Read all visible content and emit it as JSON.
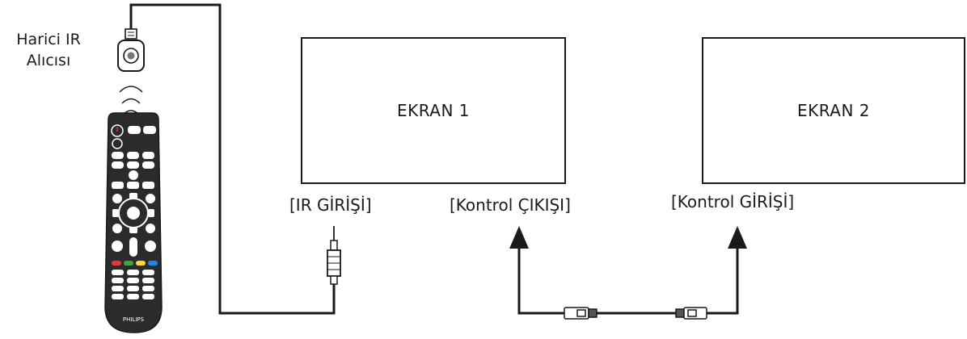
{
  "ir_receiver": {
    "label_line1": "Harici IR",
    "label_line2": "Alıcısı"
  },
  "remote": {
    "brand": "PHILIPS"
  },
  "screens": [
    {
      "title": "EKRAN 1"
    },
    {
      "title": "EKRAN 2"
    }
  ],
  "ports": {
    "ir_in": "[IR GİRİŞİ]",
    "control_out": "[Kontrol ÇIKIŞI]",
    "control_in": "[Kontrol GİRİŞİ]"
  },
  "colors": {
    "line": "#1a1a1a",
    "background": "#ffffff",
    "remote_body": "#2b2b2b"
  }
}
